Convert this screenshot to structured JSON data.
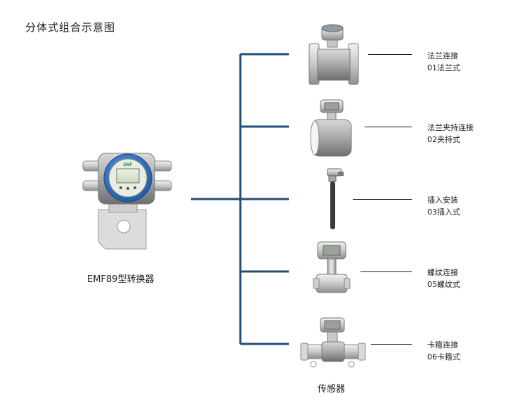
{
  "title": "分体式组合示意图",
  "converter": {
    "label": "EMF89型转换器",
    "logo_text": "EMF"
  },
  "sensors_caption": "传感器",
  "sensors": [
    {
      "connection": "法兰连接",
      "code": "01法兰式",
      "icon": "flange-sensor"
    },
    {
      "connection": "法兰夹持连接",
      "code": "02夹持式",
      "icon": "wafer-sensor"
    },
    {
      "connection": "插入安装",
      "code": "03插入式",
      "icon": "insertion-sensor"
    },
    {
      "connection": "螺纹连接",
      "code": "05螺纹式",
      "icon": "threaded-sensor"
    },
    {
      "connection": "卡箍连接",
      "code": "06卡箍式",
      "icon": "clamp-sensor"
    }
  ],
  "colors": {
    "connector_line": "#1f4e79",
    "accent_blue": "#2f6fc0"
  }
}
